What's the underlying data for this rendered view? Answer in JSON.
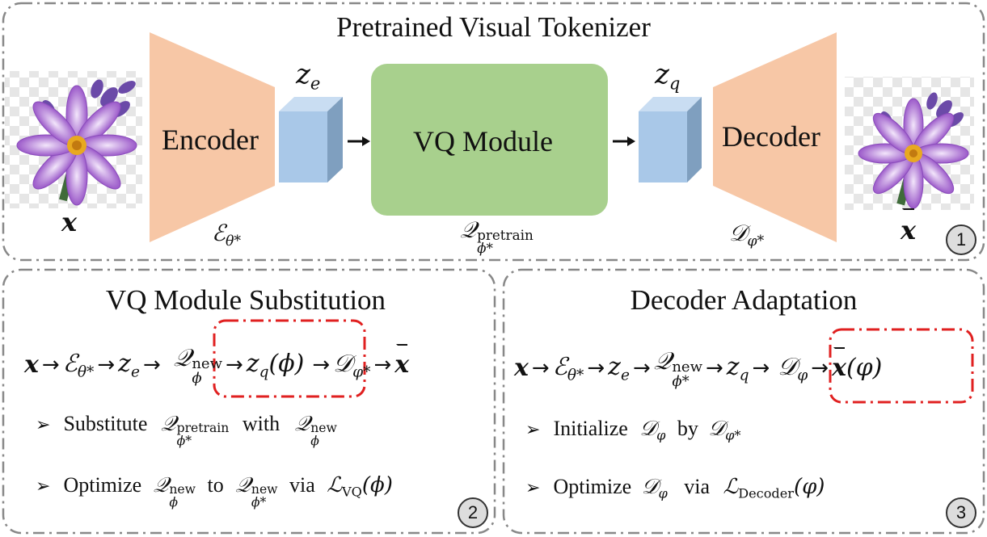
{
  "panel1": {
    "title": "Pretrained Visual Tokenizer",
    "encoder_label": "Encoder",
    "vq_label": "VQ Module",
    "decoder_label": "Decoder",
    "ze": "z",
    "ze_sub": "e",
    "zq": "z",
    "zq_sub": "q",
    "x_label": "x",
    "xhat_label": "x",
    "enc_sym": "ℰ",
    "enc_sub": "θ*",
    "vq_sym": "𝒬",
    "vq_sup": "pretrain",
    "vq_sub": "ϕ*",
    "dec_sym": "𝒟",
    "dec_sub": "φ*",
    "badge": "1"
  },
  "panel2": {
    "title": "VQ Module Substitution",
    "bullet1_prefix": "Substitute",
    "bullet1_mid": "with",
    "bullet2_prefix": "Optimize",
    "bullet2_mid": "to",
    "bullet2_via": "via",
    "badge": "2"
  },
  "panel3": {
    "title": "Decoder Adaptation",
    "bullet1_prefix": "Initialize",
    "bullet1_mid": "by",
    "bullet2_prefix": "Optimize",
    "bullet2_via": "via",
    "badge": "3"
  },
  "colors": {
    "trapezoid": "#f7c7a6",
    "cube_front": "#a9c8e8",
    "cube_top": "#c9ddf2",
    "cube_side": "#7f9fbf",
    "vq_box": "#a8d08d",
    "red_dash": "#e02020"
  }
}
